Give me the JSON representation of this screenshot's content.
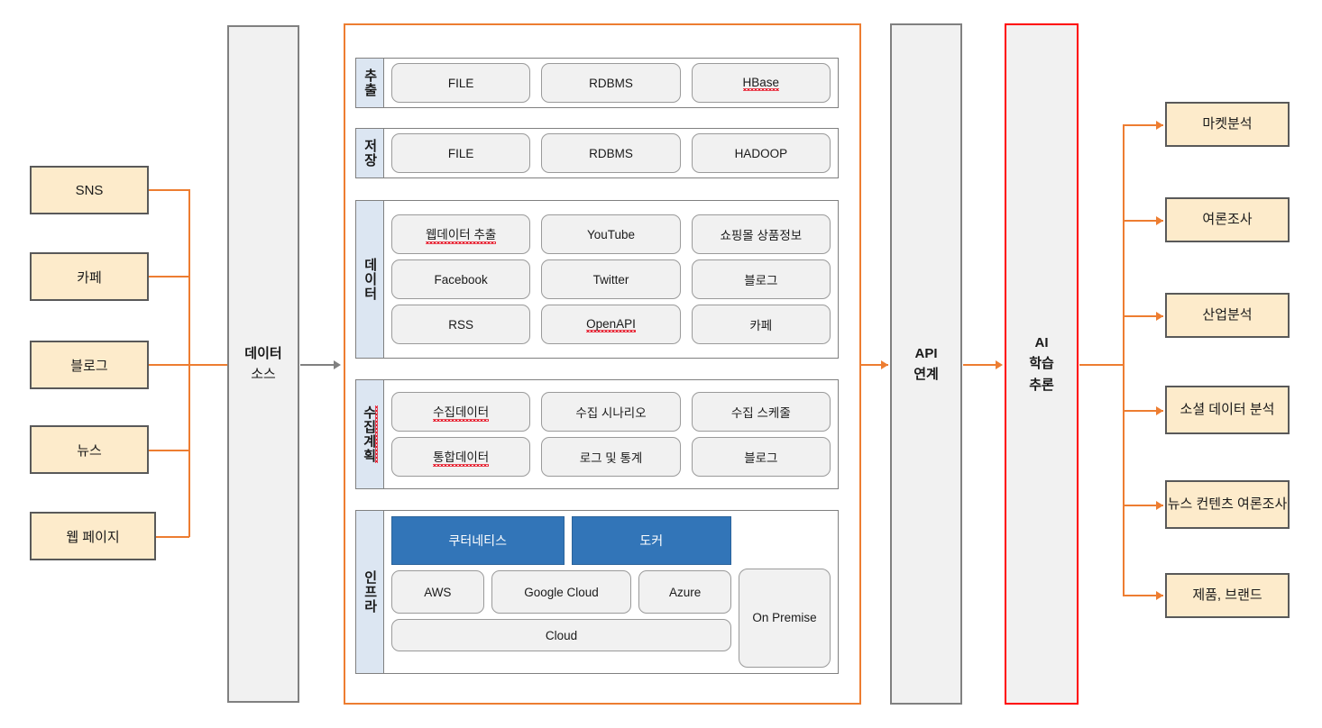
{
  "sources": {
    "items": [
      {
        "label": "SNS"
      },
      {
        "label": "카페"
      },
      {
        "label": "블로그"
      },
      {
        "label": "뉴스"
      },
      {
        "label": "웹 페이지"
      }
    ]
  },
  "data_source_pillar": {
    "line1": "데이터",
    "line2": "소스"
  },
  "api_pillar": {
    "line1": "API",
    "line2": "연계"
  },
  "ai_pillar": {
    "line1": "AI",
    "line2": "학습",
    "line3": "추론",
    "border_color": "#FF0000"
  },
  "platform": {
    "border_color": "#ED7D31",
    "sections": [
      {
        "label": "추출",
        "label_misspelled": false,
        "rows": [
          [
            {
              "text": "FILE",
              "misspelled": false
            },
            {
              "text": "RDBMS",
              "misspelled": false
            },
            {
              "text": "HBase",
              "misspelled": true
            }
          ]
        ]
      },
      {
        "label": "저장",
        "label_misspelled": false,
        "rows": [
          [
            {
              "text": "FILE",
              "misspelled": false
            },
            {
              "text": "RDBMS",
              "misspelled": false
            },
            {
              "text": "HADOOP",
              "misspelled": false
            }
          ]
        ]
      },
      {
        "label": "데이터",
        "label_misspelled": false,
        "rows": [
          [
            {
              "text": "웹데이터 추출",
              "misspelled": true
            },
            {
              "text": "YouTube",
              "misspelled": false
            },
            {
              "text": "쇼핑몰 상품정보",
              "misspelled": false
            }
          ],
          [
            {
              "text": "Facebook",
              "misspelled": false
            },
            {
              "text": "Twitter",
              "misspelled": false
            },
            {
              "text": "블로그",
              "misspelled": false
            }
          ],
          [
            {
              "text": "RSS",
              "misspelled": false
            },
            {
              "text": "OpenAPI",
              "misspelled": true
            },
            {
              "text": "카페",
              "misspelled": false
            }
          ]
        ]
      },
      {
        "label": "수집계획",
        "label_misspelled": true,
        "rows": [
          [
            {
              "text": "수집데이터",
              "misspelled": true
            },
            {
              "text": "수집 시나리오",
              "misspelled": false
            },
            {
              "text": "수집 스케줄",
              "misspelled": false
            }
          ],
          [
            {
              "text": "통합데이터",
              "misspelled": true
            },
            {
              "text": "로그 및 통계",
              "misspelled": false
            },
            {
              "text": "블로그",
              "misspelled": false
            }
          ]
        ]
      }
    ],
    "infra": {
      "label": "인프라",
      "accent_color": "#3275B8",
      "top_row": [
        {
          "text": "쿠터네티스"
        },
        {
          "text": "도커"
        }
      ],
      "mid_row": [
        {
          "text": "AWS"
        },
        {
          "text": "Google Cloud"
        },
        {
          "text": "Azure"
        }
      ],
      "bottom_row": [
        {
          "text": "Cloud"
        }
      ],
      "side": {
        "text": "On Premise"
      }
    }
  },
  "outputs": {
    "items": [
      {
        "label": "마켓분석"
      },
      {
        "label": "여론조사"
      },
      {
        "label": "산업분석"
      },
      {
        "label": "소셜 데이터 분석"
      },
      {
        "label": "뉴스 컨텐츠 여론조사"
      },
      {
        "label": "제품, 브랜드"
      }
    ]
  },
  "colors": {
    "source_fill": "#FDEBCB",
    "source_border": "#595959",
    "pillar_fill": "#F1F1F1",
    "pillar_border": "#808080",
    "panel_border": "#ED7D31",
    "section_label_fill": "#DCE6F2",
    "chip_fill": "#F1F1F1",
    "chip_border": "#9A9A9A",
    "accent_blue": "#3275B8",
    "connector_orange": "#ED7D31",
    "connector_gray": "#808080",
    "ai_border": "#FF0000"
  }
}
